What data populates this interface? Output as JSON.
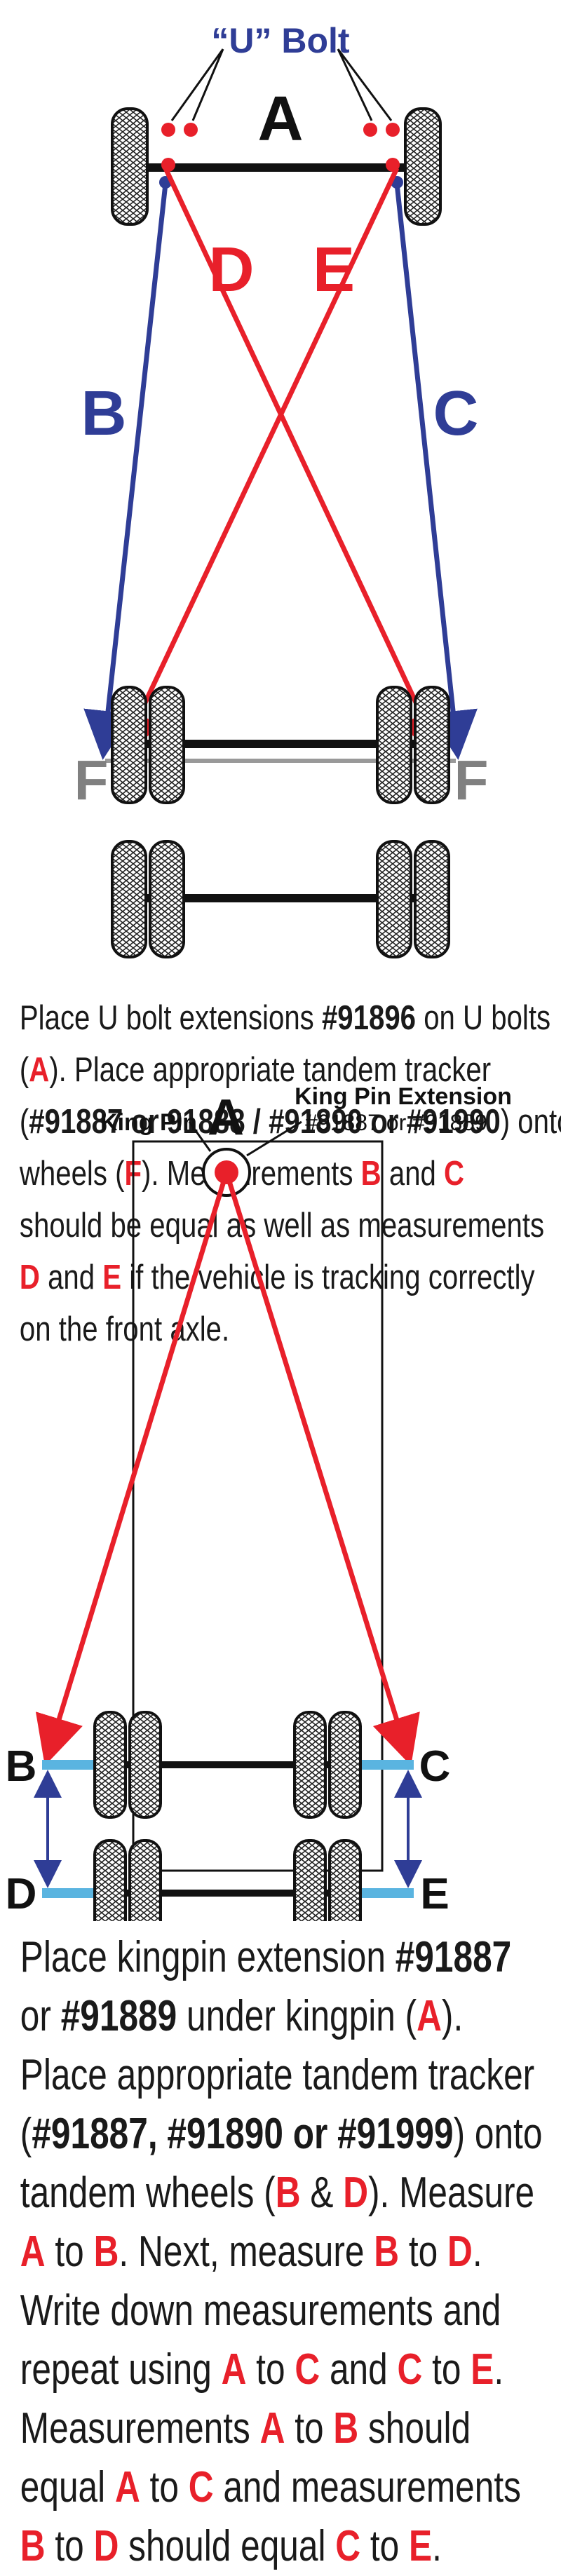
{
  "diagram1": {
    "u_bolt_label": "“U” Bolt",
    "label_a": "A",
    "label_b": "B",
    "label_c": "C",
    "label_d": "D",
    "label_e": "E",
    "label_f_left": "F",
    "label_f_right": "F"
  },
  "para1": {
    "l1": "Place U bolt extensions ",
    "l1b": "#91896",
    "l1c": " on U bolts",
    "l2a": "(",
    "l2b": "A",
    "l2c": "). Place appropriate tandem tracker",
    "l3a": "(",
    "l3b": "#91887 or 91888 / #91890 or #91990",
    "l3c": ") onto",
    "l4a": "wheels (",
    "l4b": "F",
    "l4c": "). Measurements ",
    "l4d": "B",
    "l4e": " and ",
    "l4f": "C",
    "l5": "should be equal as well as measurements",
    "l6a": "D",
    "l6b": " and ",
    "l6c": "E",
    "l6d": " if the vehicle is tracking correctly",
    "l7": "on the front axle."
  },
  "diagram2": {
    "king_pin_label": "King Pin",
    "king_pin_ext_label": "King Pin Extension",
    "king_pin_ext_parts": "#91887 or #91889",
    "label_a": "A",
    "label_b": "B",
    "label_c": "C",
    "label_d": "D",
    "label_e": "E"
  },
  "para2": {
    "l1a": "Place kingpin extension ",
    "l1b": "#91887",
    "l2a": "or ",
    "l2b": "#91889",
    "l2c": " under kingpin (",
    "l2d": "A",
    "l2e": ").",
    "l3": "Place appropriate tandem tracker",
    "l4a": "(",
    "l4b": "#91887, #91890 or #91999",
    "l4c": ") onto",
    "l5a": "tandem wheels (",
    "l5b": "B",
    "l5c": " & ",
    "l5d": "D",
    "l5e": "). Measure",
    "l6a": "A",
    "l6b": " to ",
    "l6c": "B",
    "l6d": ". Next, measure ",
    "l6e": "B",
    "l6f": " to ",
    "l6g": "D",
    "l6h": ".",
    "l7": "Write down measurements and",
    "l8a": "repeat using ",
    "l8b": "A",
    "l8c": " to ",
    "l8d": "C",
    "l8e": " and ",
    "l8f": "C",
    "l8g": " to ",
    "l8h": "E",
    "l8i": ".",
    "l9a": "Measurements ",
    "l9b": "A",
    "l9c": " to ",
    "l9d": "B",
    "l9e": " should",
    "l10a": "equal ",
    "l10b": "A",
    "l10c": " to ",
    "l10d": "C",
    "l10e": " and measurements",
    "l11a": "B",
    "l11b": " to ",
    "l11c": "D",
    "l11d": " should equal ",
    "l11e": "C",
    "l11f": " to ",
    "l11g": "E",
    "l11h": "."
  },
  "colors": {
    "red": "#e8202a",
    "blue": "#2f3d96",
    "light_blue": "#5ab4e0",
    "gray": "#808080",
    "black": "#111111"
  }
}
